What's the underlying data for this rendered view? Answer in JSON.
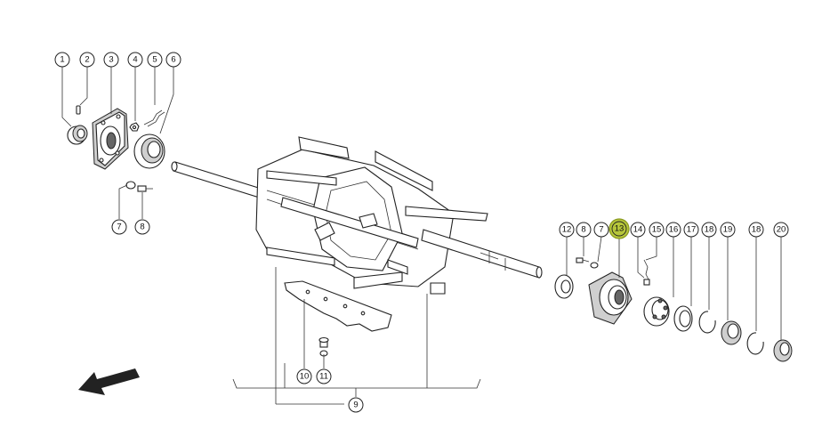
{
  "callouts": [
    {
      "id": "c1",
      "label": "1"
    },
    {
      "id": "c2",
      "label": "2"
    },
    {
      "id": "c3",
      "label": "3"
    },
    {
      "id": "c4",
      "label": "4"
    },
    {
      "id": "c5",
      "label": "5"
    },
    {
      "id": "c6",
      "label": "6"
    },
    {
      "id": "c7a",
      "label": "7"
    },
    {
      "id": "c8a",
      "label": "8"
    },
    {
      "id": "c12",
      "label": "12"
    },
    {
      "id": "c8b",
      "label": "8"
    },
    {
      "id": "c7b",
      "label": "7"
    },
    {
      "id": "c13",
      "label": "13",
      "highlighted": true
    },
    {
      "id": "c14",
      "label": "14"
    },
    {
      "id": "c15",
      "label": "15"
    },
    {
      "id": "c16",
      "label": "16"
    },
    {
      "id": "c17",
      "label": "17"
    },
    {
      "id": "c18a",
      "label": "18"
    },
    {
      "id": "c19",
      "label": "19"
    },
    {
      "id": "c18b",
      "label": "18"
    },
    {
      "id": "c20",
      "label": "20"
    },
    {
      "id": "c10",
      "label": "10"
    },
    {
      "id": "c11",
      "label": "11"
    },
    {
      "id": "c9",
      "label": "9"
    }
  ],
  "colors": {
    "highlight": "#b6c63a",
    "line": "#222222",
    "background": "#ffffff"
  },
  "icons": {
    "direction": "direction-arrow-icon"
  }
}
